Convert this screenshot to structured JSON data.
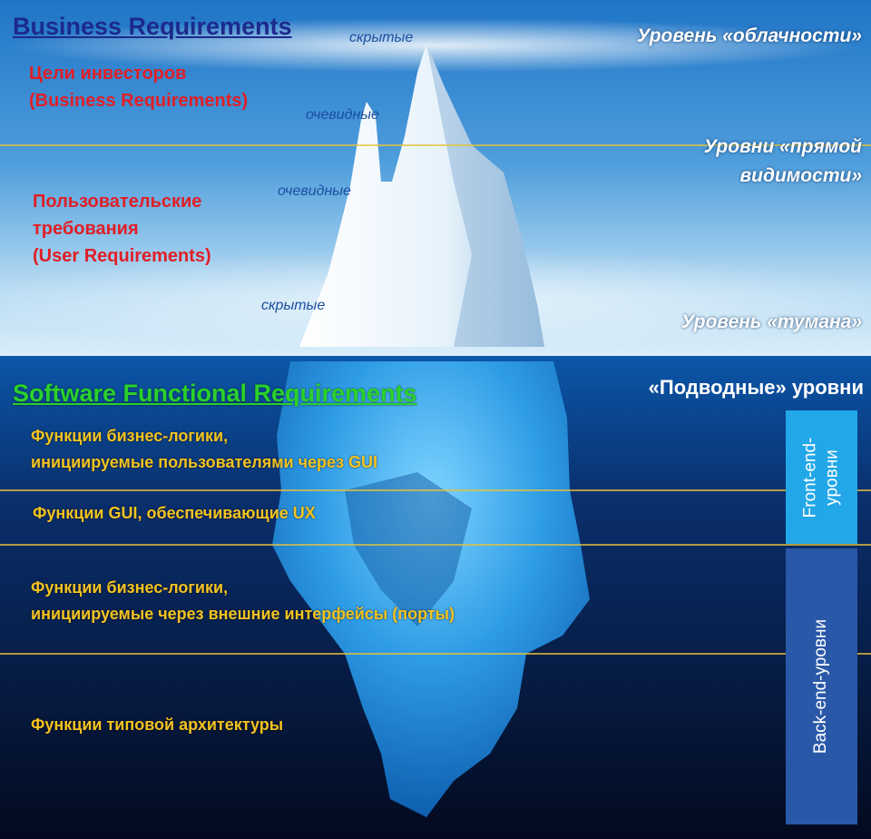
{
  "top": {
    "title": "Business Requirements",
    "investors_line1": "Цели инвесторов",
    "investors_line2": "(Business Requirements)",
    "user_line1": "Пользовательские",
    "user_line2": "требования",
    "user_line3": "(User Requirements)",
    "cloud_level": "Уровень «облачности»",
    "direct_level_line1": "Уровни «прямой",
    "direct_level_line2": "видимости»",
    "fog_level": "Уровень «тумана»",
    "hidden_top": "скрытые",
    "obvious_1": "очевидные",
    "obvious_2": "очевидные",
    "hidden_bottom": "скрытые"
  },
  "bottom": {
    "title": "Software Functional Requirements",
    "underwater_levels": "«Подводные» уровни",
    "func_1_line1": "Функции бизнес-логики,",
    "func_1_line2": "инициируемые пользователями через GUI",
    "func_2": "Функции GUI, обеспечивающие UX",
    "func_3_line1": "Функции бизнес-логики,",
    "func_3_line2": "инициируемые через внешние интерфейсы (порты)",
    "func_4": "Функции типовой архитектуры",
    "front_box_line1": "Front-end-",
    "front_box_line2": "уровни",
    "back_box": "Back-end-уровни"
  },
  "colors": {
    "business_title": "#1c2a8c",
    "red_text": "#e01f26",
    "software_title": "#2bd12b",
    "yellow_text": "#f3c321",
    "divider_line": "#e6c23a",
    "front_box": "#22a7e8",
    "back_box": "#2a58a8"
  }
}
